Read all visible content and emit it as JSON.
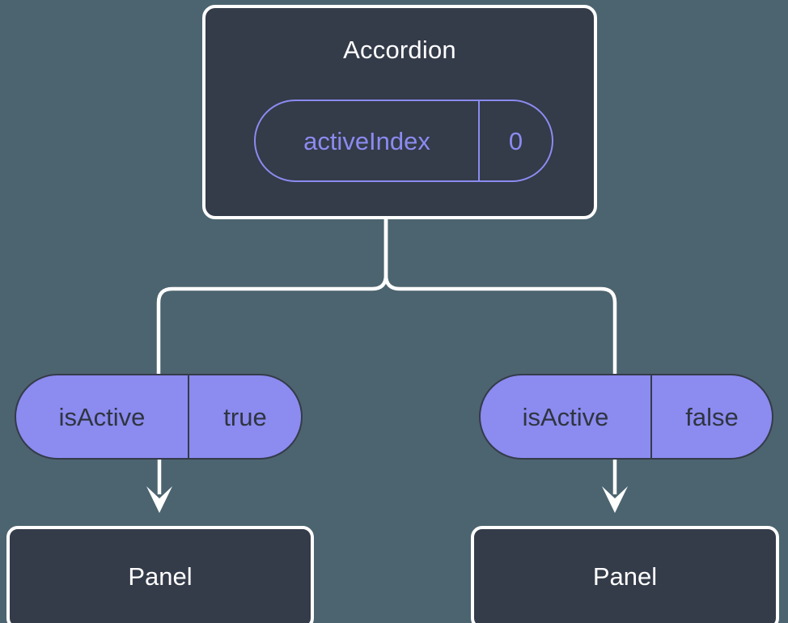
{
  "diagram": {
    "title_text": "Accordion",
    "background_color": "#4c646f",
    "node_fill_color": "#343b49",
    "node_border_color": "#ffffff",
    "accent_color": "#8b8bf0",
    "connector_color": "#ffffff",
    "parent": {
      "name": "accordion-component",
      "label": "Accordion",
      "state": {
        "key": "activeIndex",
        "value": "0"
      }
    },
    "branches": [
      {
        "name": "branch-left",
        "prop": {
          "key": "isActive",
          "value": "true"
        },
        "child": {
          "name": "panel-left",
          "label": "Panel"
        }
      },
      {
        "name": "branch-right",
        "prop": {
          "key": "isActive",
          "value": "false"
        },
        "child": {
          "name": "panel-right",
          "label": "Panel"
        }
      }
    ]
  }
}
